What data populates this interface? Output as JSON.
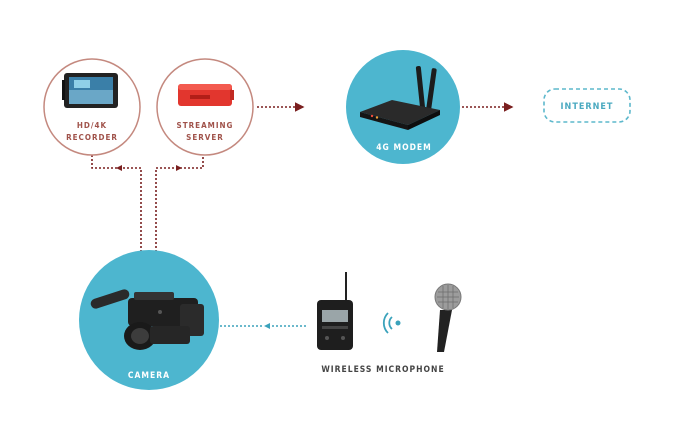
{
  "nodes": {
    "recorder": {
      "line1": "HD/4K",
      "line2": "RECORDER"
    },
    "streaming_server": {
      "line1": "STREAMING",
      "line2": "SERVER"
    },
    "modem": {
      "label": "4G MODEM"
    },
    "internet": {
      "label": "INTERNET"
    },
    "camera": {
      "label": "CAMERA"
    },
    "wireless_mic": {
      "label": "WIRELESS MICROPHONE"
    }
  },
  "colors": {
    "teal": "#4db6cf",
    "teal_dark": "#3aa2bb",
    "maroon": "#7a1f1f",
    "rose_outline": "#c4897f",
    "rose_text": "#a0524a",
    "internet_outline": "#5db8cc",
    "grey_text": "#444444"
  }
}
